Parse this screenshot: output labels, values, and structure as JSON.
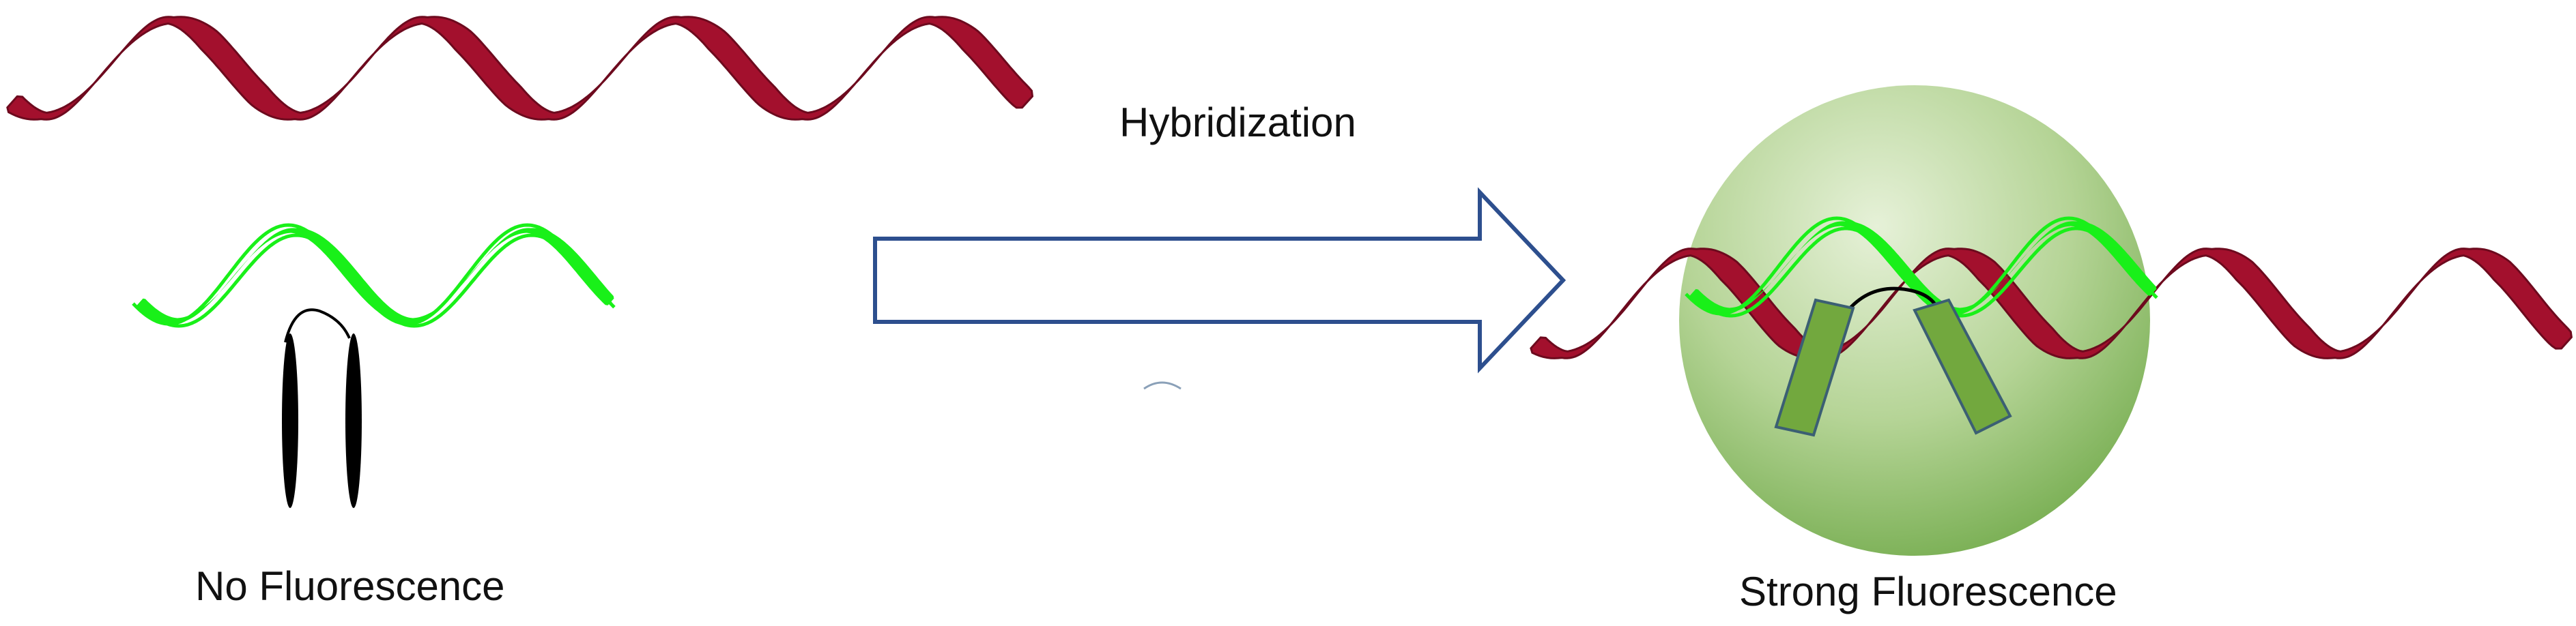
{
  "labels": {
    "process": "Hybridization",
    "before_state": "No Fluorescence",
    "after_state": "Strong Fluorescence"
  },
  "colors": {
    "target_strand": "#a3102d",
    "target_strand_shadow": "#6d0a1e",
    "probe_strand": "#19f019",
    "quencher": "#000000",
    "fluorophore_fill": "#72a83e",
    "fluorophore_stroke": "#3b5f73",
    "arrow_stroke": "#2d4f8e",
    "glow_center": "#dcebcc",
    "glow_edge": "#7fb35a"
  },
  "icons": {
    "target": "dna-target-strand",
    "probe": "molecular-beacon-probe",
    "arrow": "right-arrow-icon",
    "glow": "fluorescence-glow"
  }
}
